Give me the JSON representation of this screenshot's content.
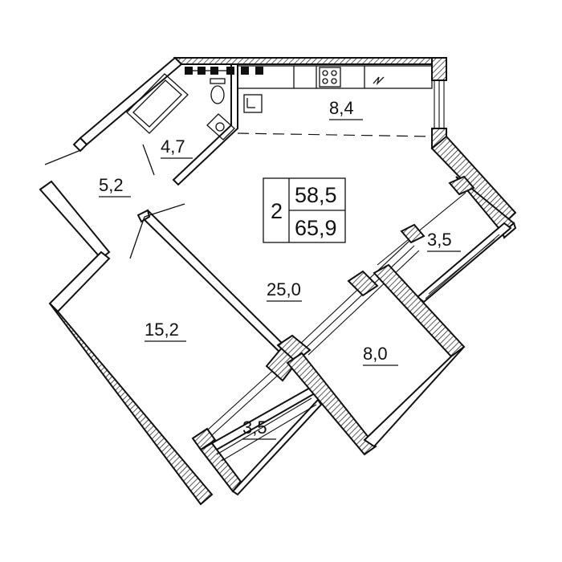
{
  "apartment": {
    "rooms_count": "2",
    "living_area": "58,5",
    "total_area": "65,9"
  },
  "rooms": [
    {
      "id": "kitchen",
      "area": "8,4"
    },
    {
      "id": "bathroom",
      "area": "4,7"
    },
    {
      "id": "hallway",
      "area": "5,2"
    },
    {
      "id": "living-room",
      "area": "25,0"
    },
    {
      "id": "bedroom-left",
      "area": "15,2"
    },
    {
      "id": "bedroom-right",
      "area": "8,0"
    },
    {
      "id": "balcony-upper",
      "area": "3,5"
    },
    {
      "id": "balcony-lower",
      "area": "3,5"
    }
  ],
  "colors": {
    "line": "#111111",
    "background": "#ffffff"
  }
}
